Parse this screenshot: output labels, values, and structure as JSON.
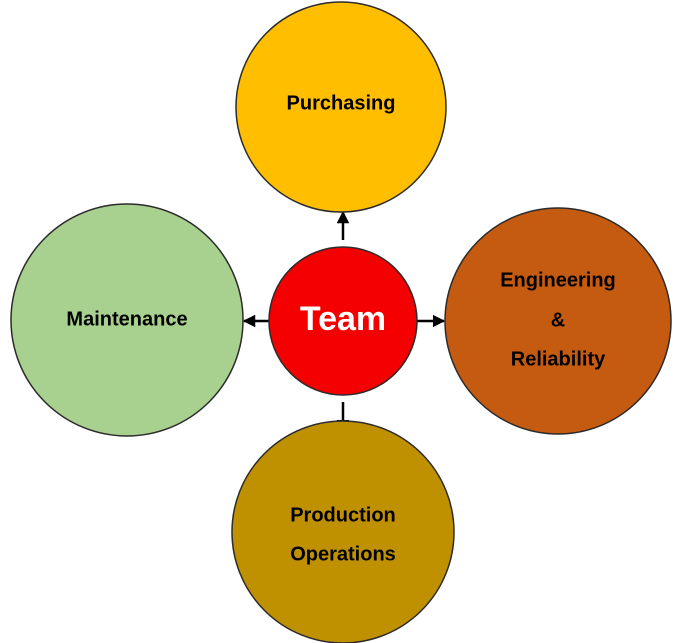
{
  "diagram": {
    "center": {
      "label": "Team",
      "color": "#f50000"
    },
    "nodes": {
      "purchasing": {
        "label": "Purchasing",
        "color": "#ffbe00"
      },
      "maintenance": {
        "label": "Maintenance",
        "color": "#a8d08e"
      },
      "engineering": {
        "lines": [
          "Engineering",
          "&",
          "Reliability"
        ],
        "color": "#c55a11"
      },
      "production": {
        "lines": [
          "Production",
          "Operations"
        ],
        "color": "#bf9000"
      }
    }
  }
}
